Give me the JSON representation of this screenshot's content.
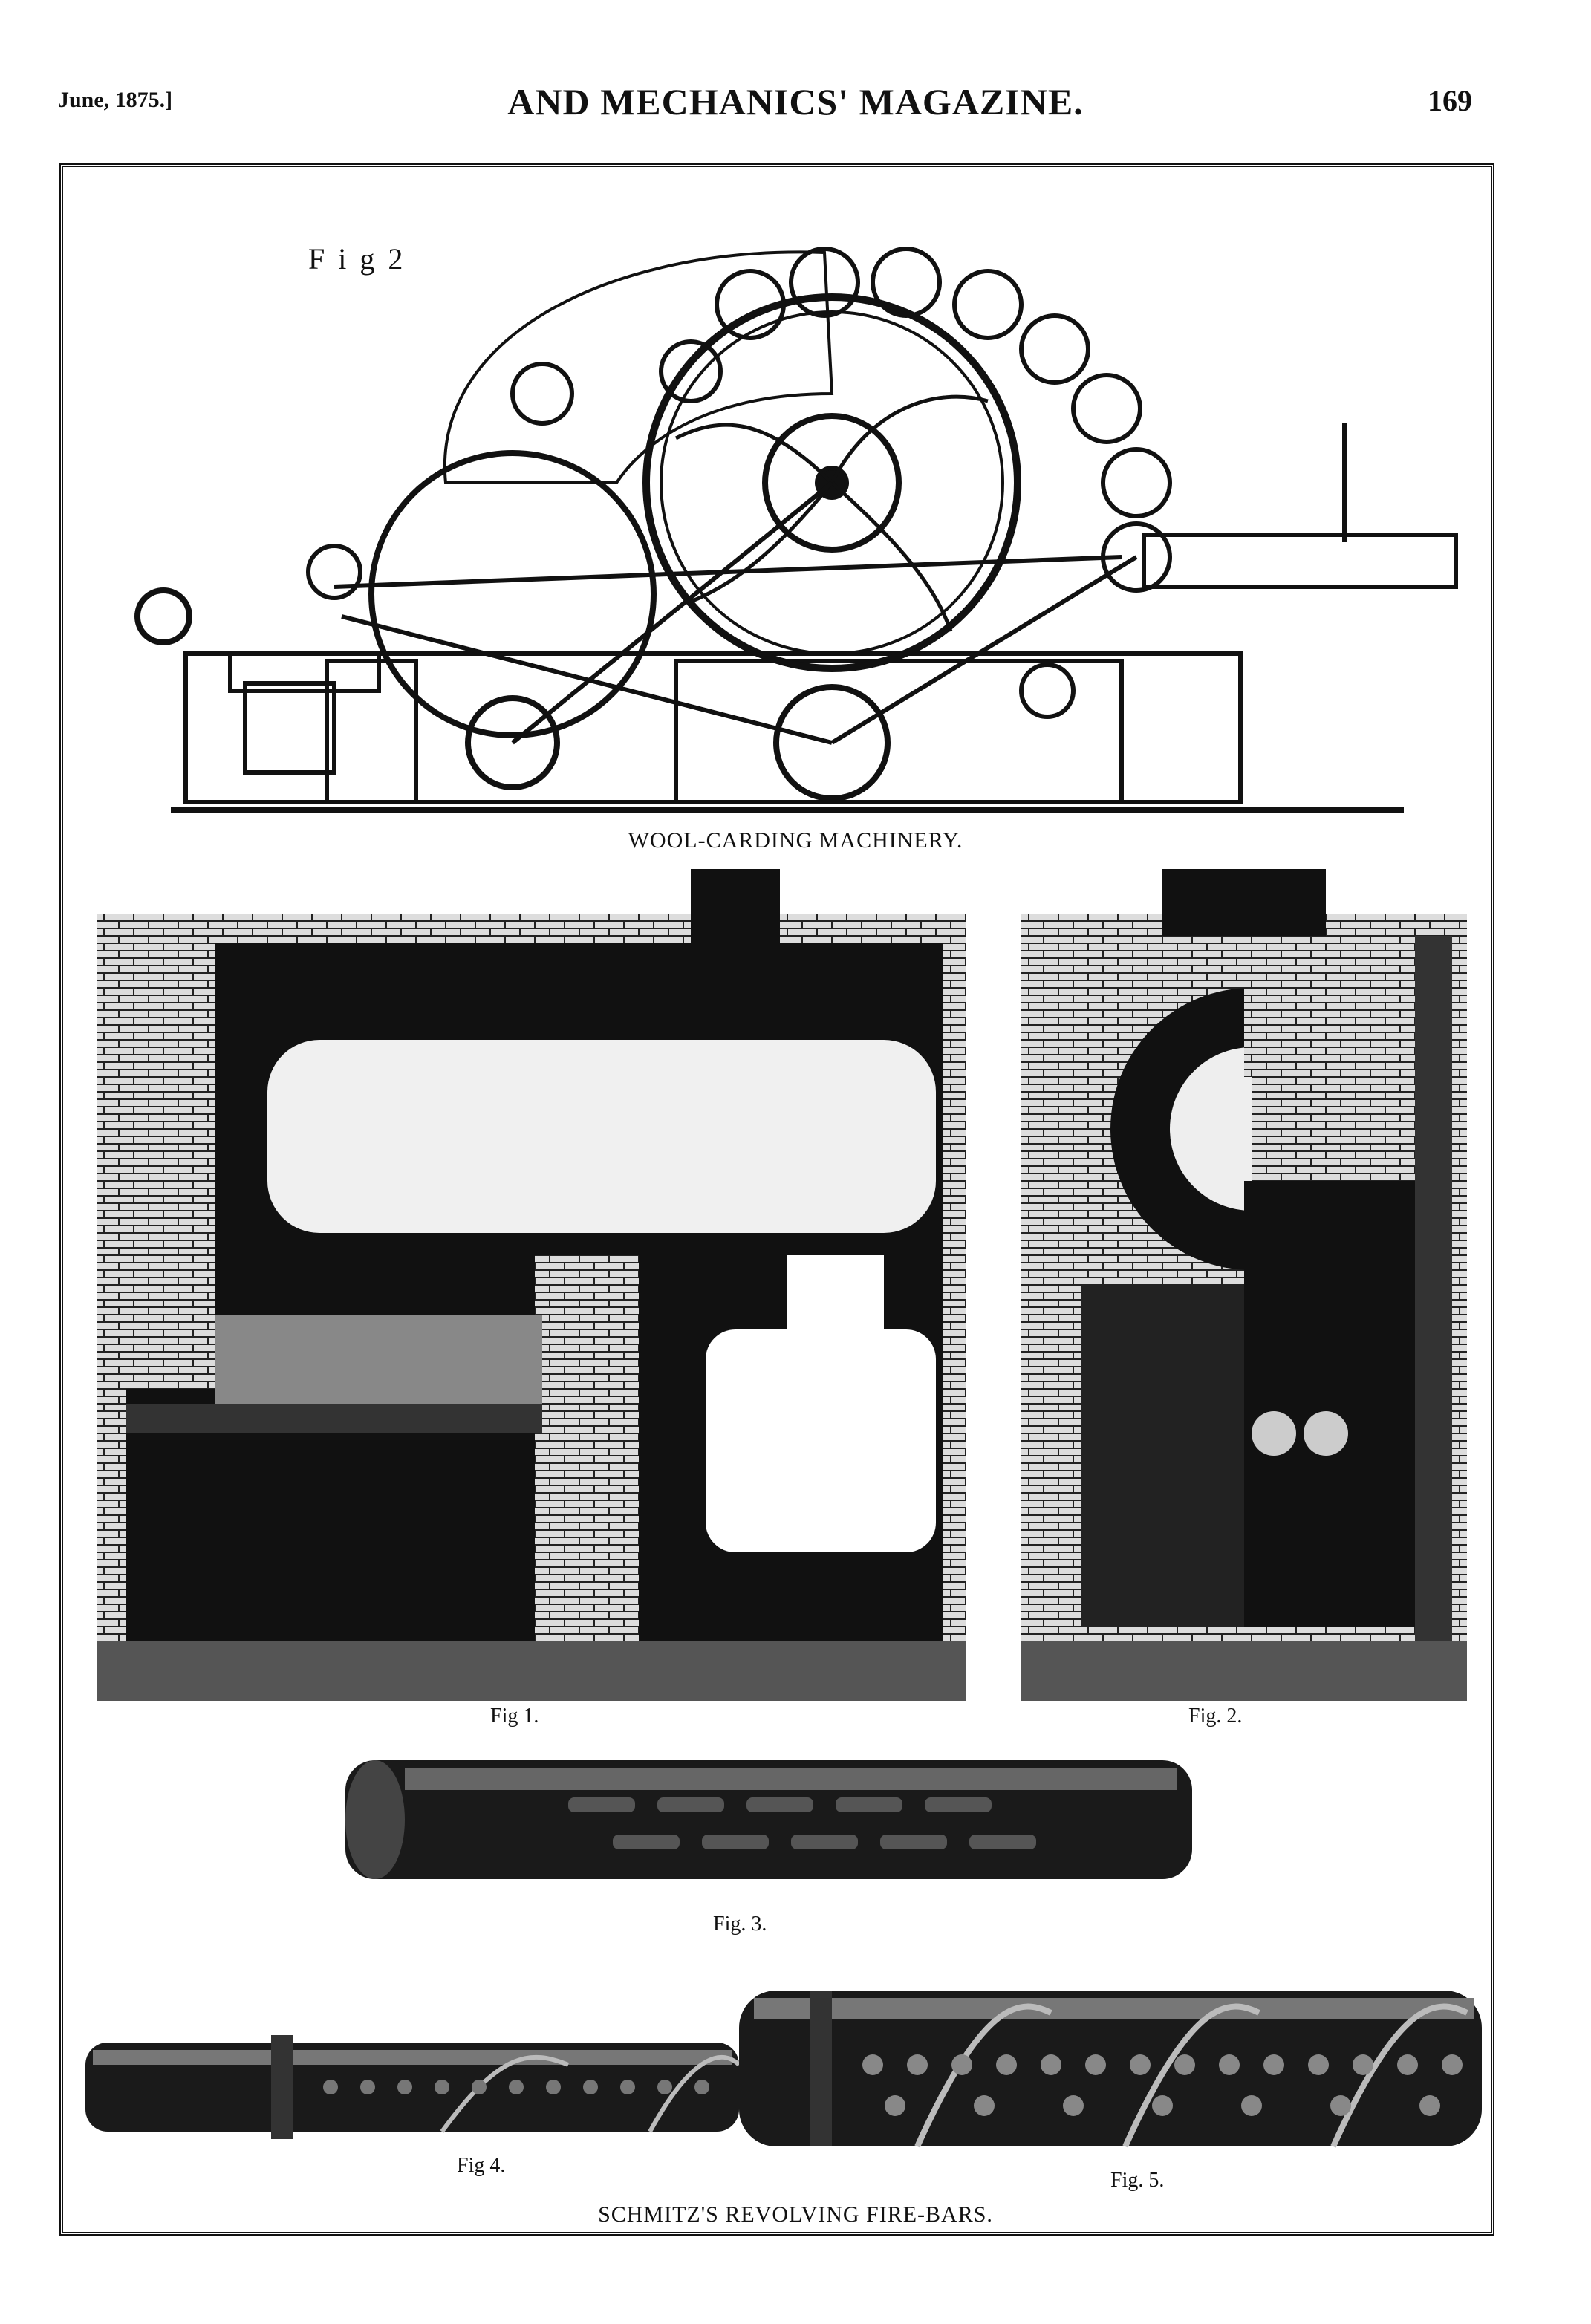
{
  "header": {
    "date": "June, 1875.]",
    "title": "AND MECHANICS' MAGAZINE.",
    "page_number": "169"
  },
  "top_figure": {
    "label": "F i g   2",
    "caption": "WOOL-CARDING MACHINERY."
  },
  "boiler_figures": {
    "fig1_label": "Fig 1.",
    "fig2_label": "Fig. 2."
  },
  "fire_bar_figures": {
    "fig3_label": "Fig. 3.",
    "fig4_label": "Fig 4.",
    "fig5_label": "Fig. 5.",
    "caption": "SCHMITZ'S REVOLVING FIRE-BARS."
  }
}
